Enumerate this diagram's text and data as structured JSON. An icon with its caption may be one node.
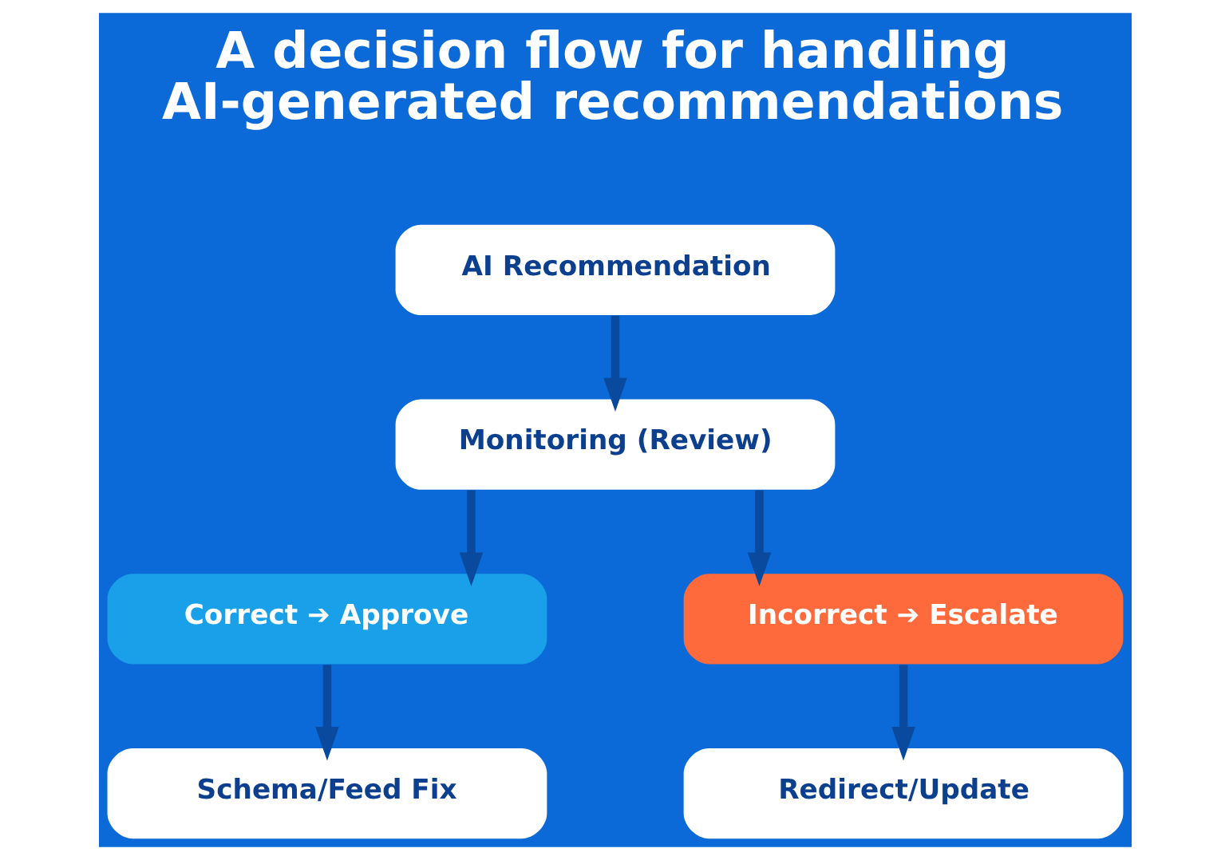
{
  "diagram": {
    "title": "A decision flow for handling AI-generated recommendations",
    "nodes": [
      {
        "text": [
          "AI Recommendation"
        ]
      },
      {
        "text": [
          "Monitoring (Review)"
        ]
      },
      {
        "text": [
          "Correct ➔ Approve"
        ]
      },
      {
        "text": [
          "Incorrect ➔ Escalate"
        ]
      },
      {
        "text": [
          "Schema/Feed Fix"
        ]
      },
      {
        "text": [
          "Redirect/Update"
        ]
      }
    ],
    "edges": [
      {
        "from": 0,
        "to": 1,
        "arrow": "to"
      },
      {
        "from": 1,
        "to": 2,
        "arrow": "to"
      },
      {
        "from": 1,
        "to": 3,
        "arrow": "to"
      },
      {
        "from": 2,
        "to": 4,
        "arrow": "to"
      },
      {
        "from": 3,
        "to": 5,
        "arrow": "to"
      }
    ]
  }
}
